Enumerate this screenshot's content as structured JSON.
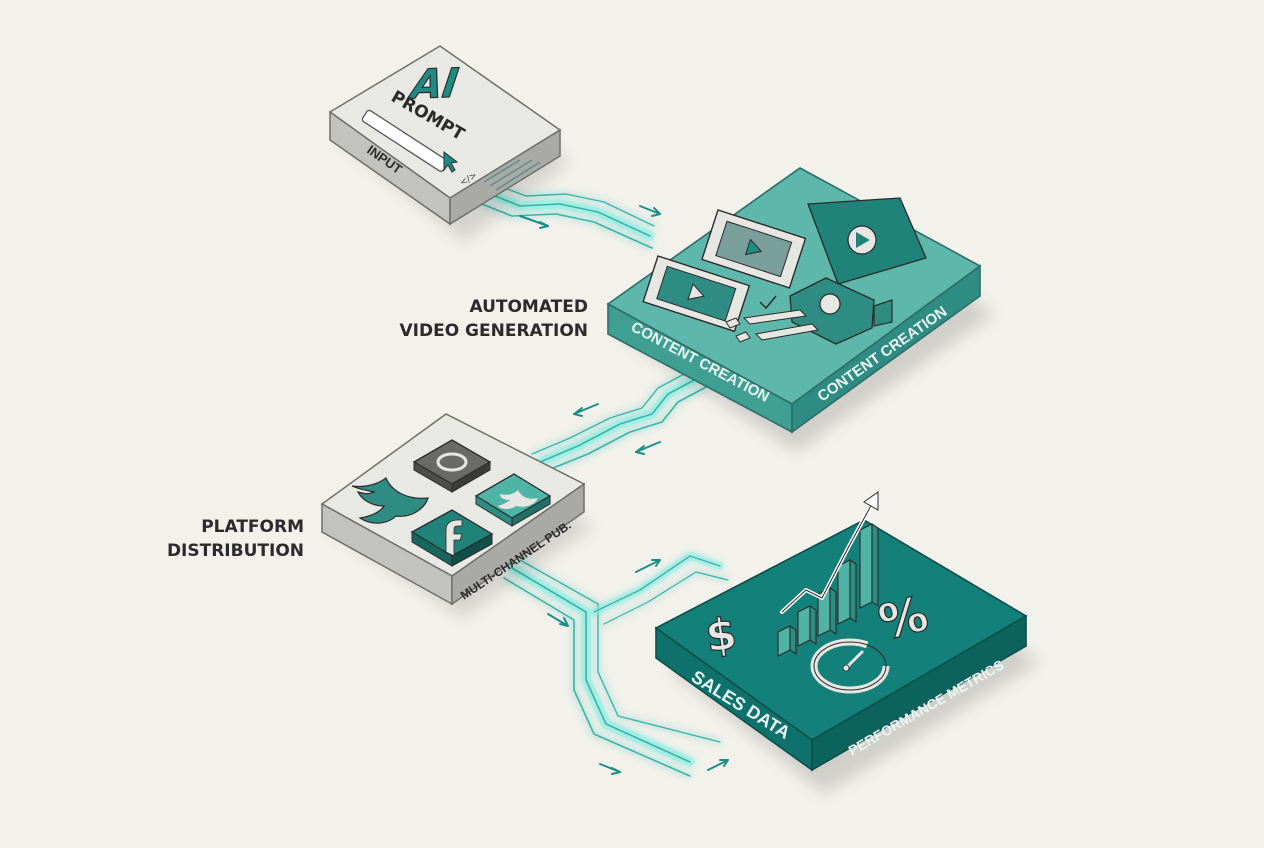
{
  "colors": {
    "background": "#f3f1ec",
    "teal_light": "#4fb3a6",
    "teal_dark": "#138079",
    "teal_deep": "#0e6b66",
    "grey_top": "#e6e6e3",
    "grey_side": "#b9b9b6",
    "glow": "#55e6d9",
    "ink": "#2b2b2b"
  },
  "blocks": {
    "input": {
      "logo_line1": "AI",
      "logo_line2": "PROMPT",
      "side_label": "INPUT",
      "code_glyph": "</>"
    },
    "content": {
      "side_left_label": "CONTENT CREATION",
      "side_right_label": "CONTENT CREATION"
    },
    "distribution": {
      "side_label": "MULTI-CHANNEL PUB."
    },
    "metrics": {
      "dollar_symbol": "$",
      "percent_symbol": "%",
      "side_left_label": "SALES DATA",
      "side_right_label": "PERFORMANCE METRICS"
    }
  },
  "labels": {
    "automated_line1": "AUTOMATED",
    "automated_line2": "VIDEO GENERATION",
    "platform_line1": "PLATFORM",
    "platform_line2": "DISTRIBUTION"
  },
  "icons": [
    "prompt-input-bar",
    "cursor-icon",
    "film-strip-icon",
    "play-icon",
    "camera-icon",
    "twitter-icon",
    "instagram-icon",
    "facebook-icon",
    "bar-chart-icon",
    "gauge-icon",
    "trend-arrow-icon"
  ]
}
